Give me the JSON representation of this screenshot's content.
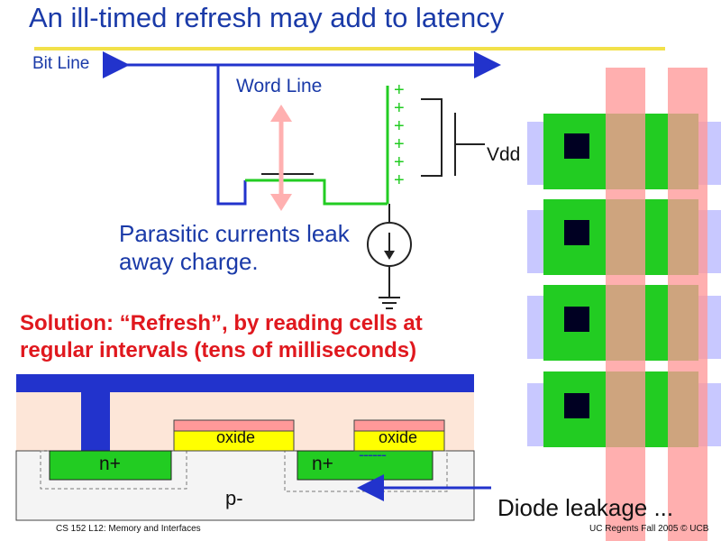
{
  "title": "An ill-timed refresh may add to latency",
  "labels": {
    "bit_line": "Bit Line",
    "word_line": "Word Line",
    "vdd": "Vdd",
    "parasitic": "Parasitic currents leak away charge.",
    "solution": "Solution: “Refresh”, by reading cells at regular intervals (tens of milliseconds)",
    "oxide_left": "oxide",
    "oxide_right": "oxide",
    "nplus_left": "n+",
    "nplus_right": "n+",
    "negative_charges": "------",
    "p_substrate": "p-",
    "diode_leakage": "Diode leakage ...",
    "plus_signs": [
      "+",
      "+",
      "+",
      "+",
      "+",
      "+"
    ]
  },
  "footer": {
    "left": "CS 152 L12: Memory and Interfaces",
    "right": "UC Regents Fall 2005 © UCB"
  },
  "icons": {
    "current_source": "down-arrow-in-circle-icon",
    "ground": "ground-icon",
    "word_line_arrow": "double-vertical-arrow-icon",
    "bit_line_arrow": "double-horizontal-arrow-icon"
  },
  "colors": {
    "title_blue": "#1a3aa8",
    "accent_red": "#e0181e",
    "wire_green": "#22cc22",
    "metal_blue": "#2233cc",
    "poly_pink": "#ff9999",
    "active_green": "#22cc22",
    "contact_purple": "#c8c8ff"
  }
}
